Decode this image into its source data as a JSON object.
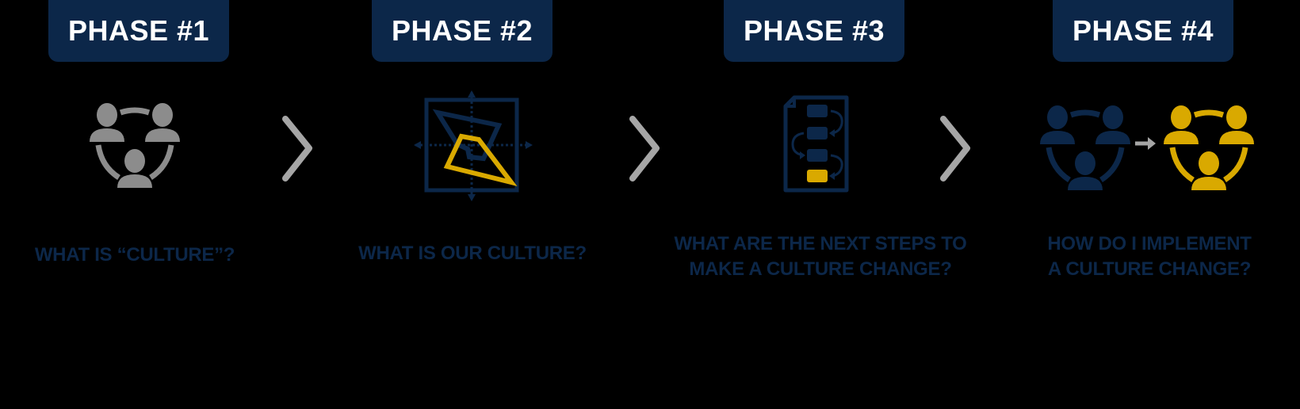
{
  "phases": [
    {
      "label": "PHASE #1",
      "question_lines": [
        "WHAT IS “CULTURE”?"
      ],
      "icon": "people-circle-icon",
      "icon_color": "#8c8c8c"
    },
    {
      "label": "PHASE #2",
      "question_lines": [
        "WHAT IS OUR CULTURE?"
      ],
      "icon": "shapes-on-axes-icon",
      "icon_colors": [
        "#0c2749",
        "#d9a900"
      ]
    },
    {
      "label": "PHASE #3",
      "question_lines": [
        "WHAT ARE THE NEXT STEPS TO",
        "MAKE A CULTURE CHANGE?"
      ],
      "icon": "process-flow-document-icon",
      "icon_colors": [
        "#0c2749",
        "#d9a900"
      ]
    },
    {
      "label": "PHASE #4",
      "question_lines": [
        "HOW DO I IMPLEMENT",
        "A CULTURE CHANGE?"
      ],
      "icon": "group-transformation-icon",
      "icon_colors": [
        "#0c2749",
        "#d9a900"
      ]
    }
  ],
  "connectors": [
    "chevron-right-icon",
    "chevron-right-icon",
    "chevron-right-icon"
  ],
  "colors": {
    "navy": "#0c2749",
    "gold": "#d9a900",
    "gray": "#8c8c8c",
    "chevron": "#a6a6a6",
    "background": "#000000"
  }
}
